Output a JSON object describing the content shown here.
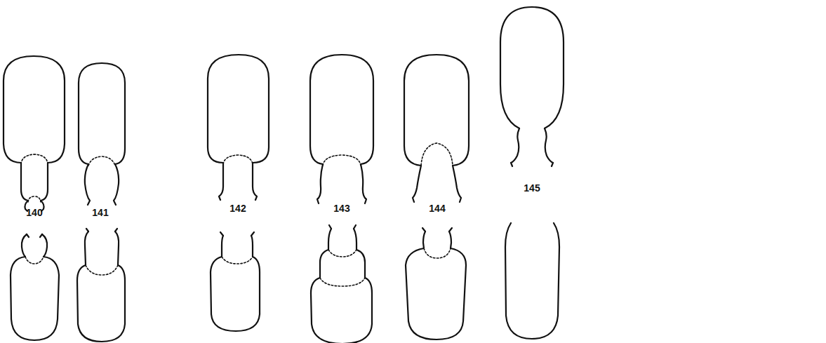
{
  "diagram": {
    "labels": [
      "140",
      "141",
      "142",
      "143",
      "144",
      "145"
    ]
  }
}
